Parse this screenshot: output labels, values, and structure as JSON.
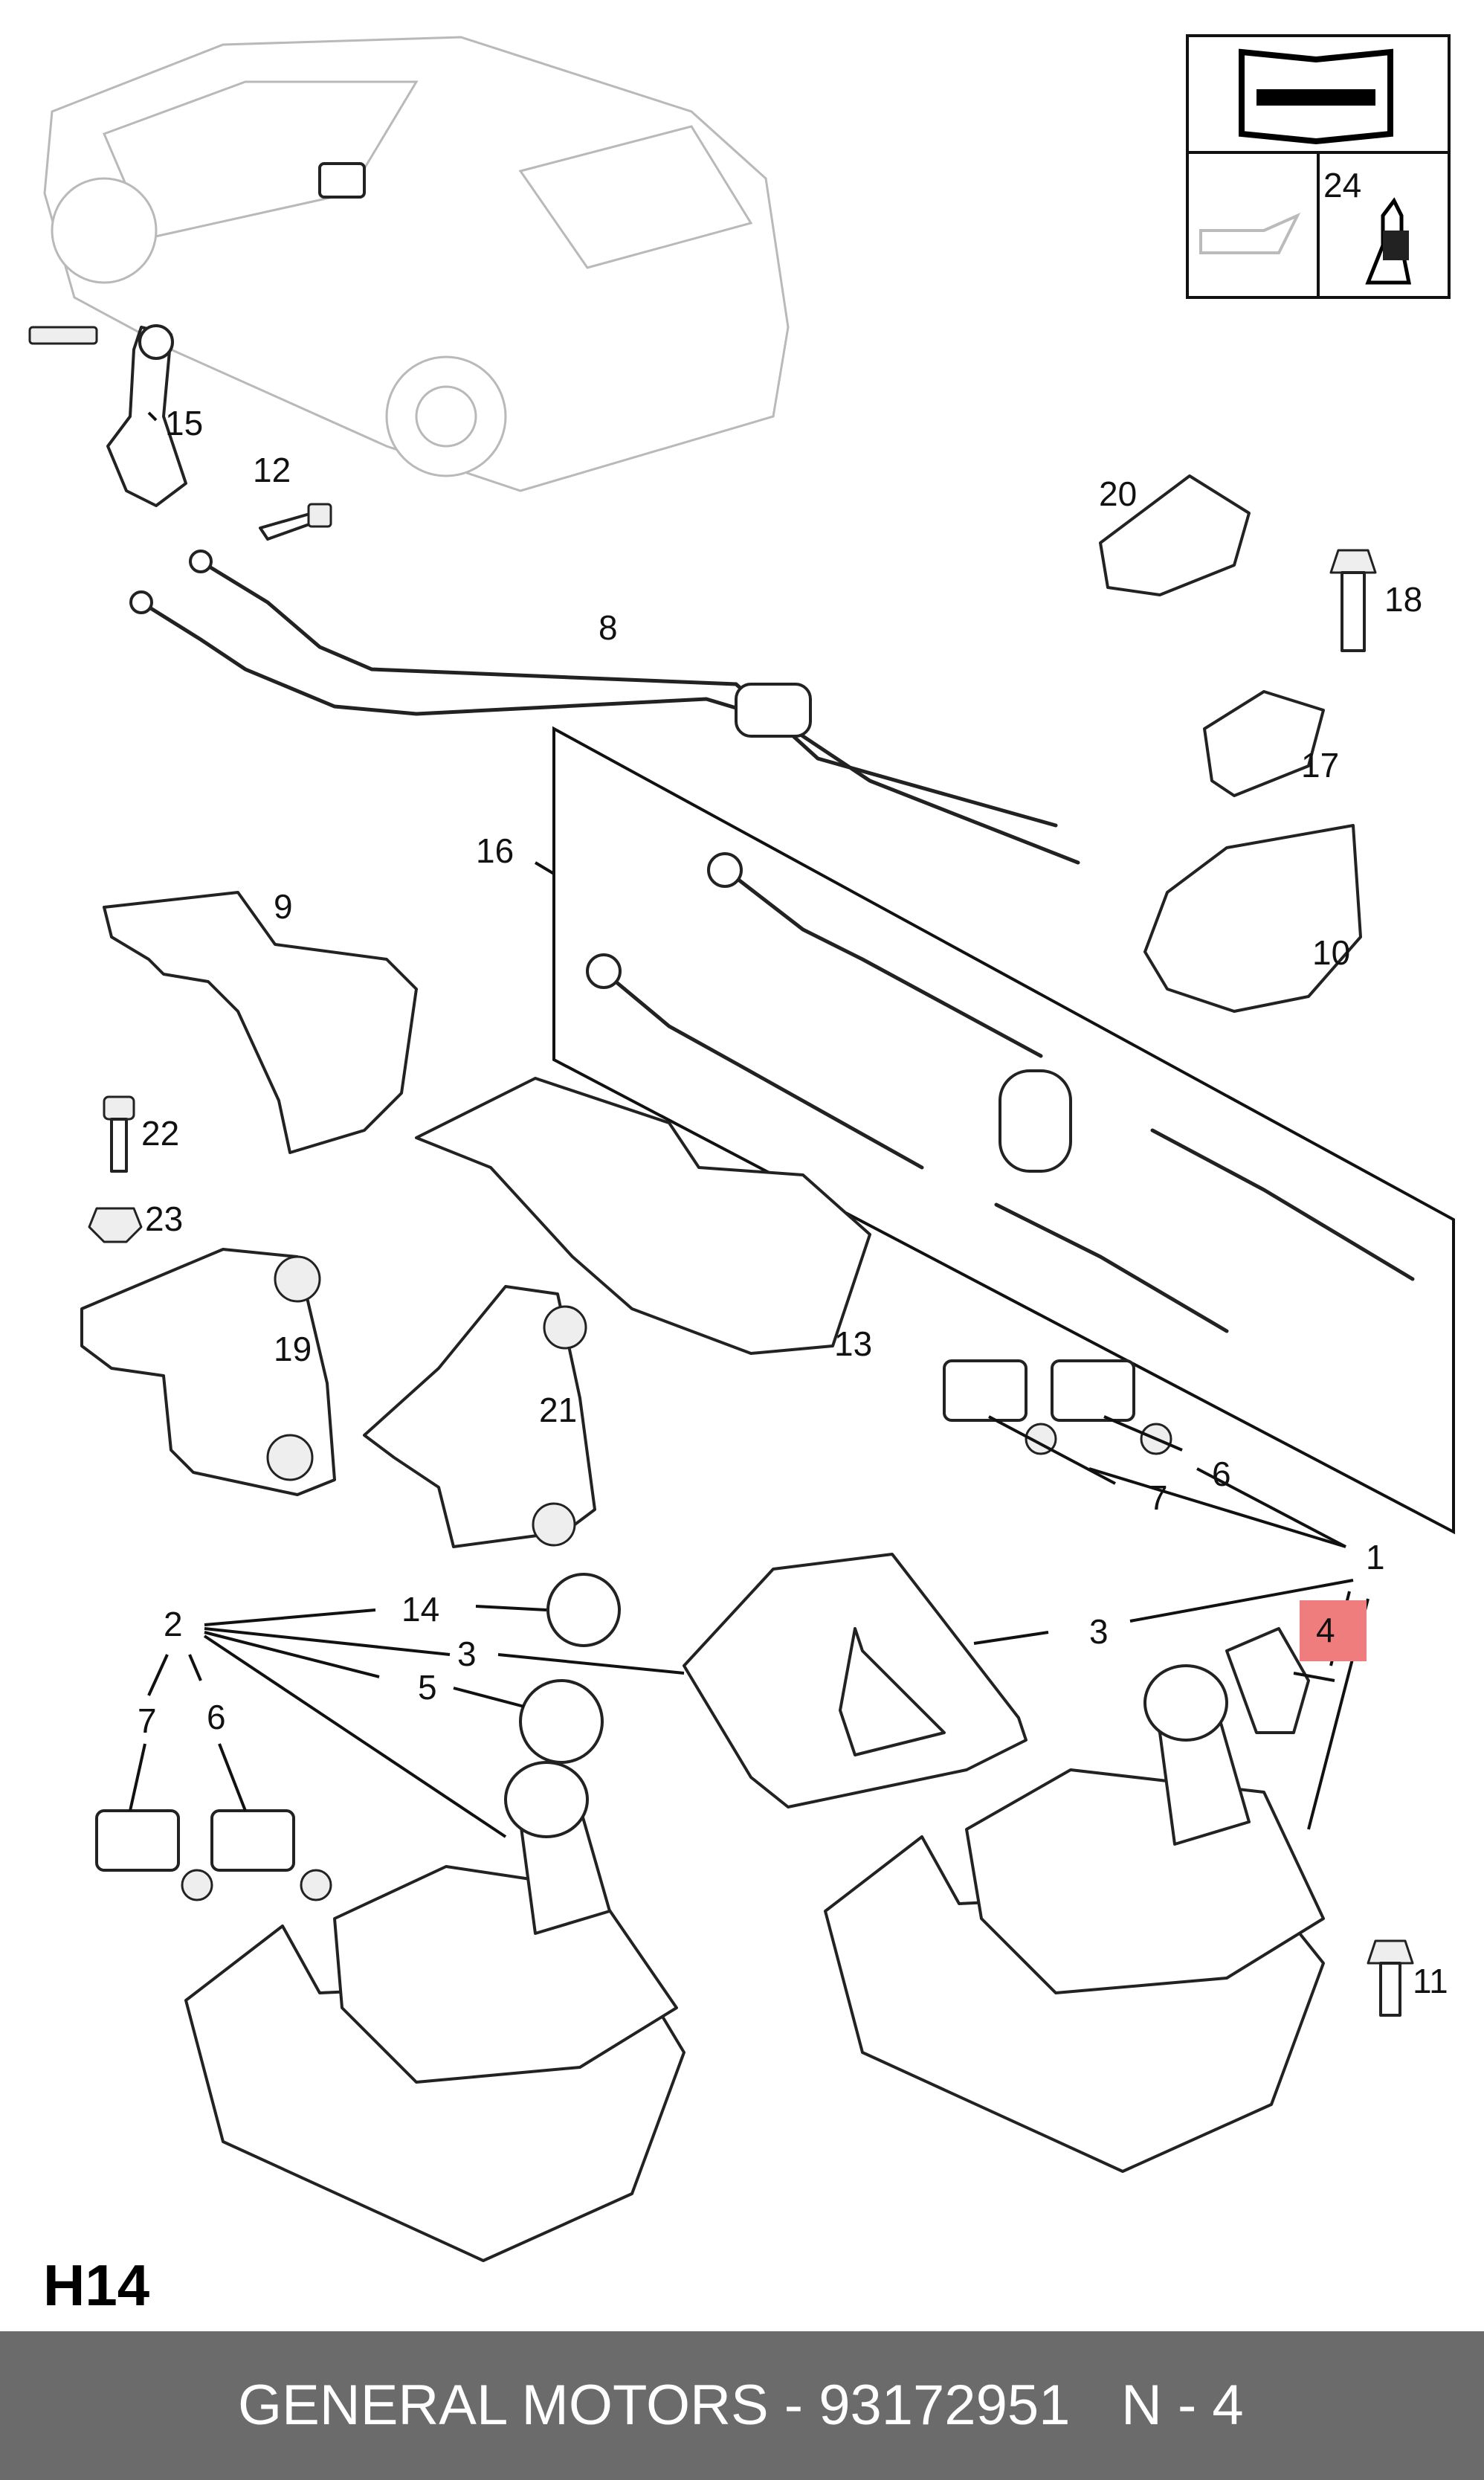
{
  "page": {
    "code": "H14"
  },
  "footer": {
    "brand_part": "GENERAL MOTORS - 93172951",
    "page_ref": "N - 4"
  },
  "service_box": {
    "item_label": "24"
  },
  "highlight": {
    "color": "#f07d7d",
    "label": "4"
  },
  "callouts": {
    "c1": "1",
    "c2": "2",
    "c3a": "3",
    "c3b": "3",
    "c5": "5",
    "c6a": "6",
    "c6b": "6",
    "c7a": "7",
    "c7b": "7",
    "c8": "8",
    "c9": "9",
    "c10": "10",
    "c11": "11",
    "c12": "12",
    "c13": "13",
    "c14": "14",
    "c15": "15",
    "c16": "16",
    "c17": "17",
    "c18": "18",
    "c19": "19",
    "c20": "20",
    "c21": "21",
    "c22": "22",
    "c23": "23"
  }
}
